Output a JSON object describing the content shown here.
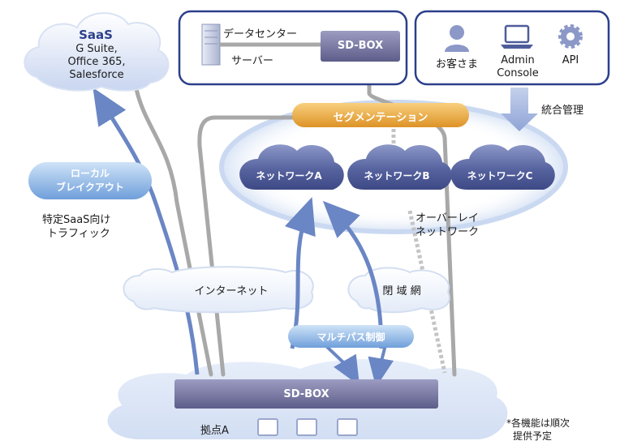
{
  "saas": {
    "title": "SaaS",
    "line1": "G Suite,",
    "line2": "Office 365,",
    "line3": "Salesforce"
  },
  "datacenter": {
    "dc_label": "データセンター",
    "server_label": "サーバー",
    "box_label": "SD-BOX"
  },
  "management": {
    "customer": "お客さま",
    "admin_line1": "Admin",
    "admin_line2": "Console",
    "api": "API",
    "integrated": "統合管理"
  },
  "segmentation": "セグメンテーション",
  "networks": [
    "ネットワークA",
    "ネットワークB",
    "ネットワークC"
  ],
  "overlay": {
    "line1": "オーバーレイ",
    "line2": "ネットワーク"
  },
  "local_breakout": {
    "line1": "ローカル",
    "line2": "ブレイクアウト"
  },
  "saas_traffic": {
    "line1": "特定SaaS向け",
    "line2": "トラフィック"
  },
  "internet": "インターネット",
  "closed_network": "閉 域 網",
  "multipath": "マルチパス制御",
  "site": {
    "box_label": "SD-BOX",
    "name": "拠点A"
  },
  "note": {
    "line1": "*各機能は順次",
    "line2": "提供予定"
  },
  "colors": {
    "navy_border": "#2c3f8c",
    "arrow_blue": "#6a86c4",
    "gray_line": "#a8a8a8",
    "network_cloud": "#4d5b9a",
    "segmentation_orange": "#e5a33a",
    "sdbox_purple": "#6b6b97",
    "pill_blue": "#7fb0e2"
  }
}
